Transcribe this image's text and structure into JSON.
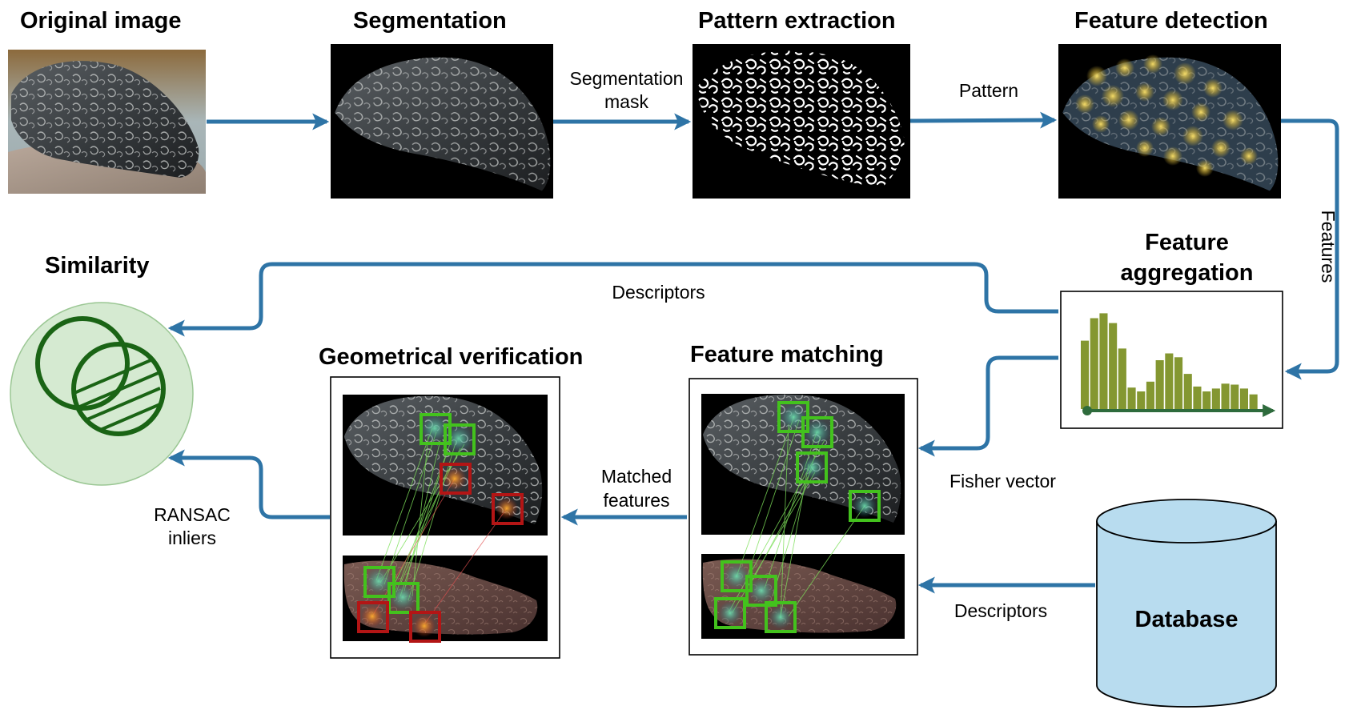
{
  "stages": {
    "original_image": "Original image",
    "segmentation": "Segmentation",
    "pattern_extraction": "Pattern extraction",
    "feature_detection": "Feature detection",
    "feature_aggregation_line1": "Feature",
    "feature_aggregation_line2": "aggregation",
    "similarity": "Similarity",
    "geometrical_verification": "Geometrical verification",
    "feature_matching": "Feature matching",
    "database": "Database"
  },
  "edge_labels": {
    "segmentation_mask_line1": "Segmentation",
    "segmentation_mask_line2": "mask",
    "pattern": "Pattern",
    "features": "Features",
    "descriptors_top": "Descriptors",
    "fisher_vector": "Fisher vector",
    "matched_features_line1": "Matched",
    "matched_features_line2": "features",
    "ransac_inliers_line1": "RANSAC",
    "ransac_inliers_line2": "inliers",
    "descriptors_bottom": "Descriptors"
  },
  "histogram_values": [
    0.7,
    0.93,
    0.98,
    0.88,
    0.62,
    0.22,
    0.18,
    0.28,
    0.5,
    0.57,
    0.53,
    0.36,
    0.23,
    0.18,
    0.21,
    0.26,
    0.25,
    0.21,
    0.15
  ],
  "colors": {
    "arrow": "#2e74a6",
    "histogram_bar": "#849731",
    "histogram_axis": "#2e6b3c",
    "similarity_fill": "#d5ead1",
    "similarity_ring": "#1a6415",
    "database_fill": "#b8dcef",
    "match_box": "#43c21d",
    "outlier_box": "#b31515"
  }
}
